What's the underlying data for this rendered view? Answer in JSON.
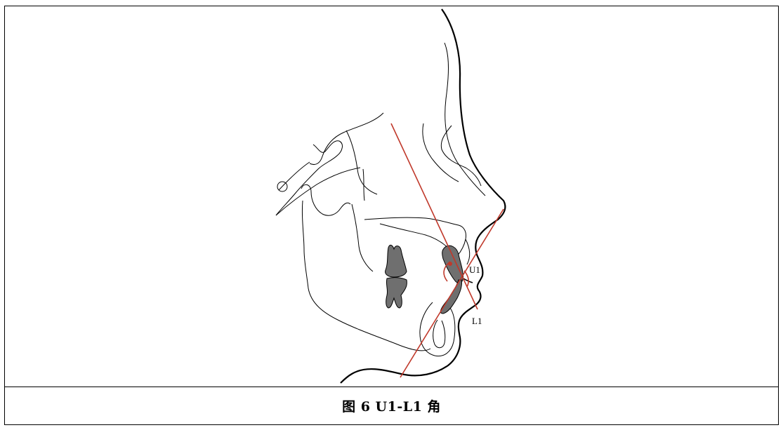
{
  "figure": {
    "caption": "图 6 U1-L1 角",
    "labels": {
      "upper_incisor": "U1",
      "lower_incisor": "L1"
    },
    "colors": {
      "line": "#000000",
      "reference_line": "#c0392b",
      "tooth_fill": "#6f6f6f"
    }
  }
}
